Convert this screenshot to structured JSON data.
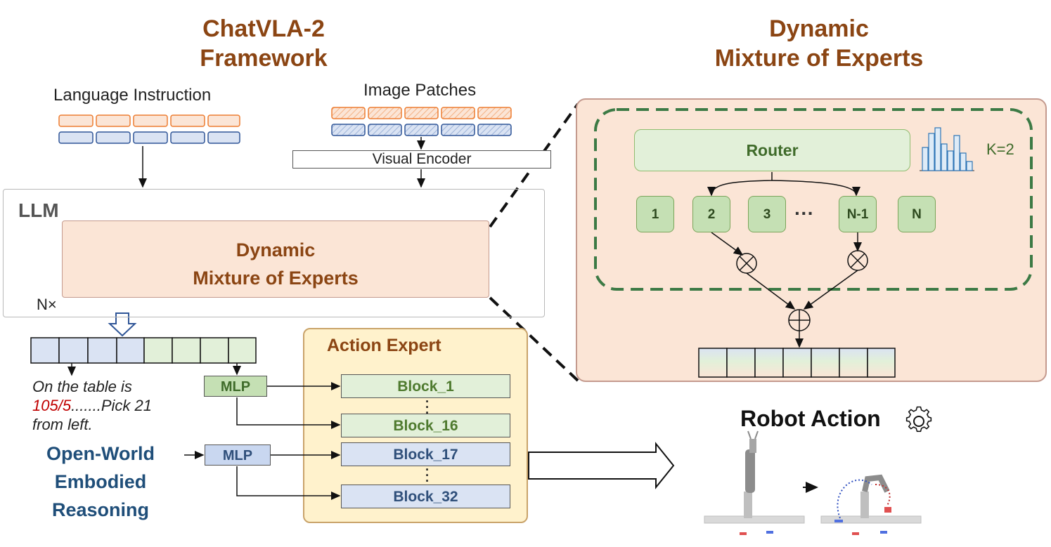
{
  "left_title": [
    "ChatVLA-2",
    "Framework"
  ],
  "right_title": [
    "Dynamic",
    "Mixture of Experts"
  ],
  "language_instruction_label": "Language Instruction",
  "image_patches_label": "Image Patches",
  "visual_encoder_label": "Visual Encoder",
  "llm_label": "LLM",
  "nx_label": "N×",
  "dmoe_box_text": [
    "Dynamic",
    "Mixture of Experts"
  ],
  "router_label": "Router",
  "k_label": "K=2",
  "experts": [
    "1",
    "2",
    "3",
    "N-1",
    "N"
  ],
  "expert_ellipsis": "···",
  "action_expert_title": "Action Expert",
  "blocks": [
    "Block_1",
    "Block_16",
    "Block_17",
    "Block_32"
  ],
  "mlp_labels": [
    "MLP",
    "MLP"
  ],
  "reasoning_text": {
    "line1": "On the table is",
    "highlight": "105/5",
    "line2_rest": ".......Pick 21",
    "line3": "from left."
  },
  "open_world_label": [
    "Open-World",
    "Embodied",
    "Reasoning"
  ],
  "robot_action_label": "Robot Action",
  "colors": {
    "title_brown": "#8B4513",
    "expert_green": "#c5e0b4",
    "router_green": "#e2f0d9",
    "panel_peach": "#fbe5d6",
    "action_panel_yellow": "#fff2cc",
    "blue_block": "#dae3f3",
    "red_text": "#c00000",
    "dark_blue_text": "#1f4e79",
    "dashed_green": "#3c7a45"
  }
}
